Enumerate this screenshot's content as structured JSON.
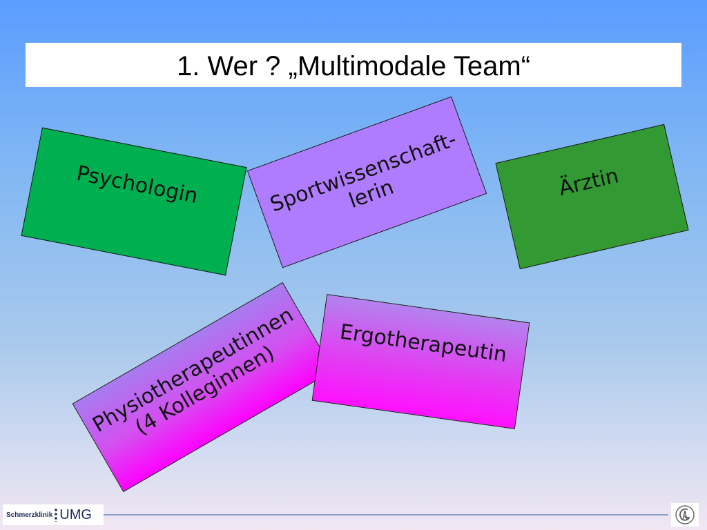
{
  "slide": {
    "title": "1. Wer ? „Multimodale Team“"
  },
  "cards": {
    "psych": {
      "label": "Psychologin",
      "color": "#00b050"
    },
    "sport": {
      "line1": "Sportwissenschaft-",
      "line2": "lerin",
      "color": "#b07cff"
    },
    "arzt": {
      "label": "Ärztin",
      "color": "#339933"
    },
    "physio": {
      "line1": "Physiotherapeutinnen",
      "line2": "(4 Kolleginnen)",
      "color": "#d44ff0"
    },
    "ergo": {
      "label": "Ergotherapeutin",
      "color": "#e040f2"
    }
  },
  "footer": {
    "clinic": "Schmerzklinik",
    "brand": "UMG",
    "seal_icon": "university-seal-icon"
  }
}
